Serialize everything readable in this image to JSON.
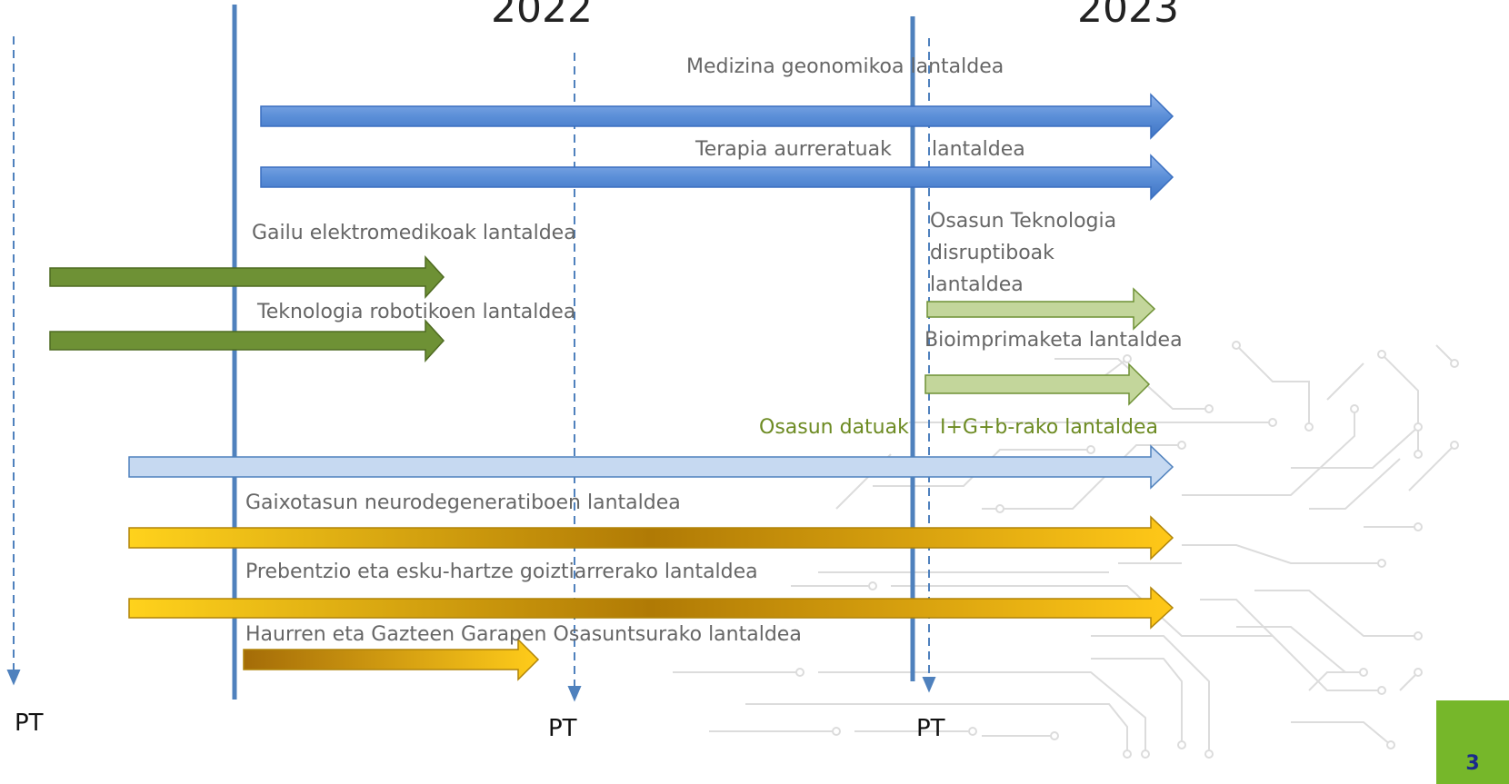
{
  "years": {
    "y2022": "2022",
    "y2023": "2023"
  },
  "pt_label": "PT",
  "page_number": "3",
  "groups": {
    "medizina": "Medizina geonomikoa lantaldea",
    "terapia_a": "Terapia aurreratuak",
    "terapia_b": "lantaldea",
    "gailu": "Gailu elektromedikoak lantaldea",
    "teknologia_robotiko": "Teknologia robotikoen lantaldea",
    "osasun_teknologia": "Osasun Teknologia disruptiboak lantaldea",
    "bioimprimaketa": "Bioimprimaketa lantaldea",
    "osasun_datuak_a": "Osasun  datuak",
    "osasun_datuak_b": "I+G+b-rako lantaldea",
    "neurodegeneratibo": "Gaixotasun neurodegeneratiboen lantaldea",
    "prebentzio": "Prebentzio eta esku-hartze goiztiarrerako lantaldea",
    "haurren": "Haurren eta Gazteen Garapen Osasuntsurako lantaldea"
  },
  "colors": {
    "blue_arrow": "#5b8fd8",
    "green_arrow": "#6e9135",
    "light_green_arrow": "#c3d69b",
    "light_blue_arrow": "#c6d9f1",
    "gold_arrow": "#f2be1a",
    "timeline": "#4f81bd",
    "accent": "#76b72a"
  }
}
